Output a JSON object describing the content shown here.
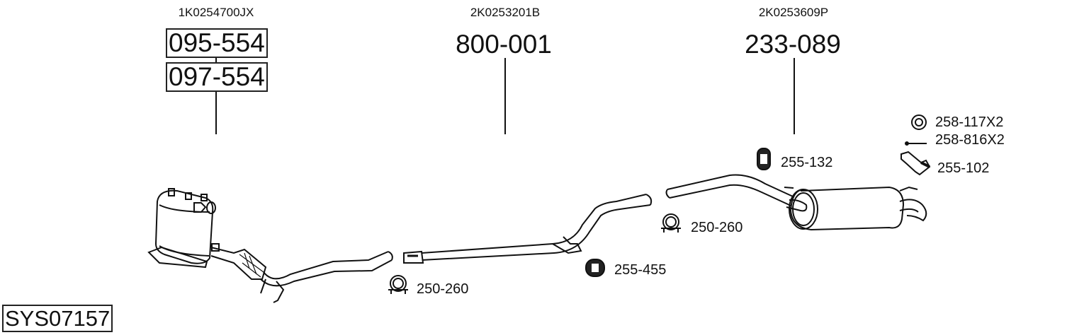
{
  "system_code": "SYS07157",
  "groups": [
    {
      "oe": "1K0254700JX",
      "parts": [
        "095-554",
        "097-554"
      ]
    },
    {
      "oe": "2K0253201B",
      "parts": [
        "800-001"
      ]
    },
    {
      "oe": "2K0253609P",
      "parts": [
        "233-089"
      ]
    }
  ],
  "accessories": {
    "clamp_front": "250-260",
    "hanger_mid": "255-455",
    "clamp_rear": "250-260",
    "hanger_rear": "255-132",
    "ring": "258-117X2",
    "bolt": "258-816X2",
    "bracket": "255-102"
  }
}
